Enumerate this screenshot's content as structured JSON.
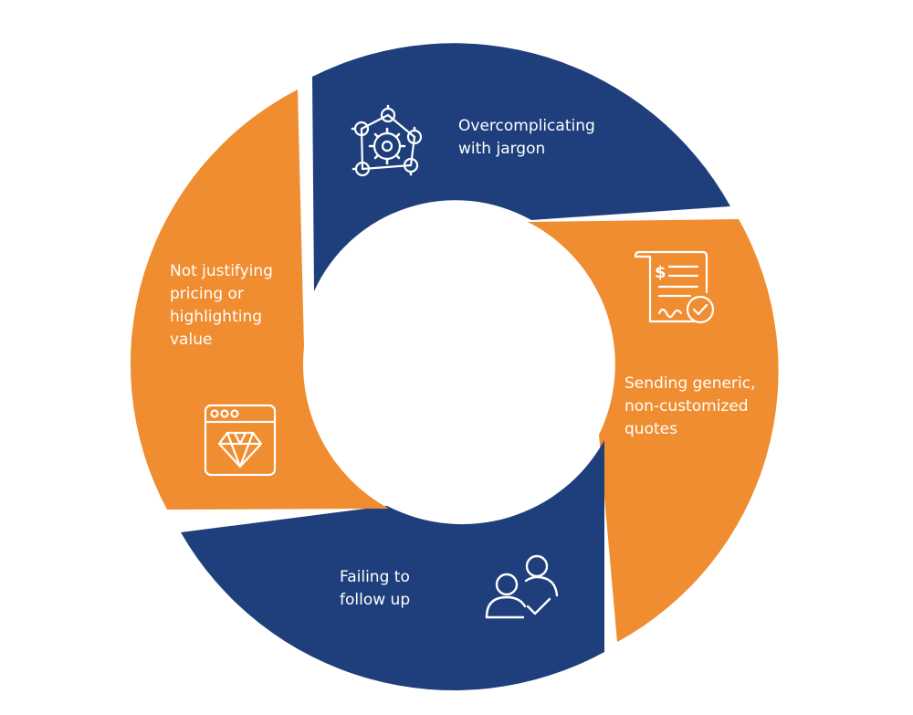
{
  "colors": {
    "navy": "#1f3f7c",
    "orange": "#f08d30",
    "icon": "#ffffff",
    "background": "#ffffff"
  },
  "segments": [
    {
      "id": "top",
      "color": "navy",
      "icon": "gears-network-icon",
      "lines": [
        "Overcomplicating",
        "with jargon"
      ]
    },
    {
      "id": "right",
      "color": "orange",
      "icon": "invoice-check-icon",
      "lines": [
        "Sending generic,",
        "non-customized",
        "quotes"
      ]
    },
    {
      "id": "bottom",
      "color": "navy",
      "icon": "users-check-icon",
      "lines": [
        "Failing to",
        "follow up"
      ]
    },
    {
      "id": "left",
      "color": "orange",
      "icon": "diamond-window-icon",
      "lines": [
        "Not justifying",
        "pricing or",
        "highlighting",
        "value"
      ]
    }
  ]
}
